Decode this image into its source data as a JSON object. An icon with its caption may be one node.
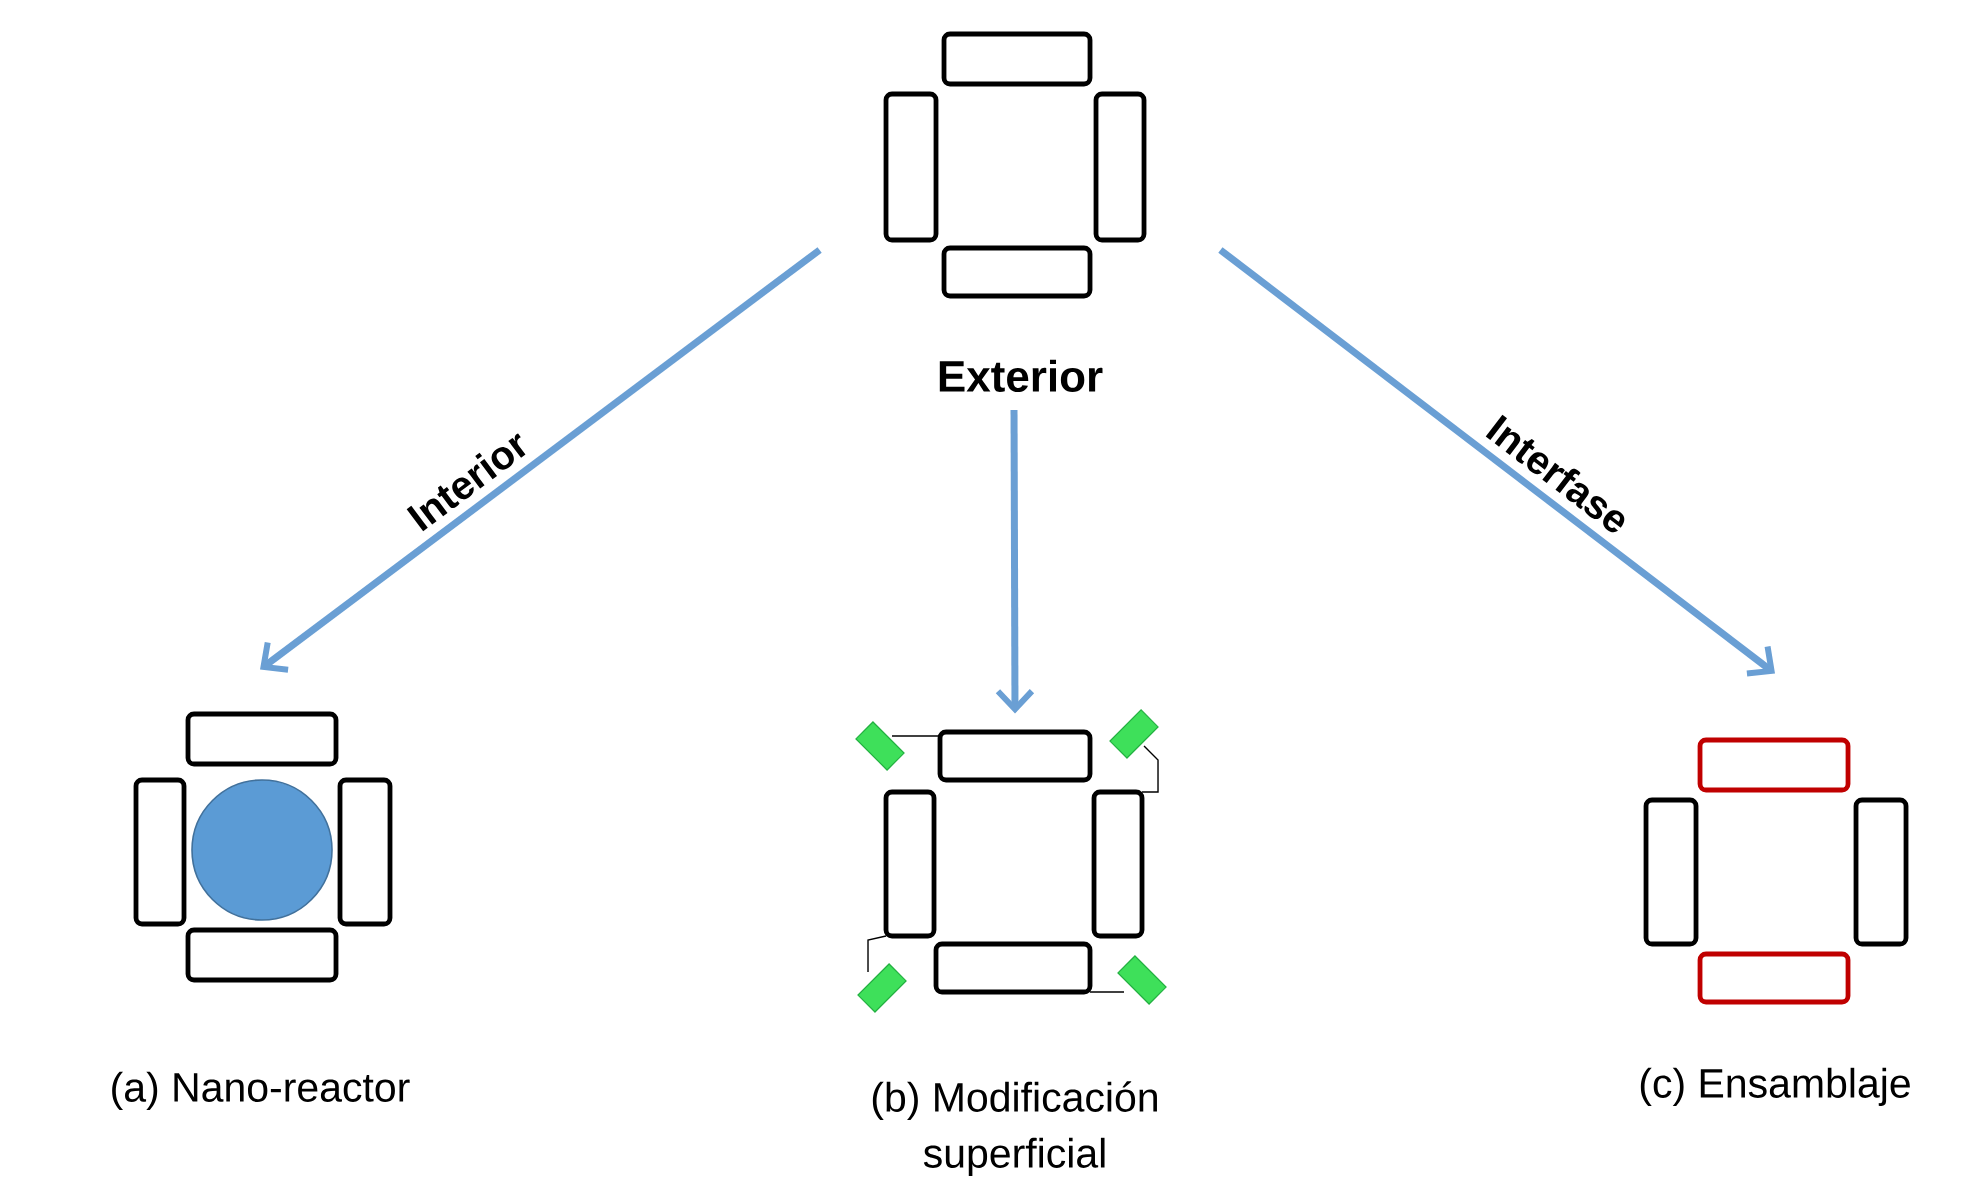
{
  "diagram": {
    "nodes": [
      {
        "text": [
          "Exterior"
        ]
      },
      {
        "text": [
          "(a) Nano-reactor"
        ]
      },
      {
        "text": [
          "(b) Modificación superficial"
        ]
      },
      {
        "text": [
          "(c) Ensamblaje"
        ]
      }
    ],
    "edges": [
      {
        "from": 0,
        "to": 1,
        "arrow": "to",
        "label": "Interior"
      },
      {
        "from": 0,
        "to": 2,
        "arrow": "to"
      },
      {
        "from": 0,
        "to": 3,
        "arrow": "to",
        "label": "Interfase"
      }
    ]
  }
}
